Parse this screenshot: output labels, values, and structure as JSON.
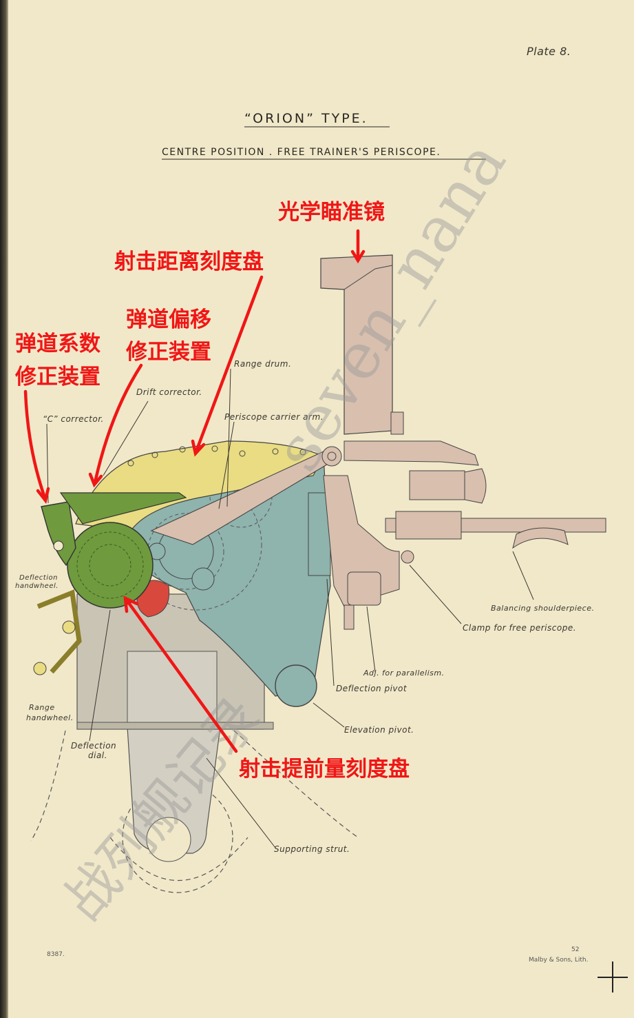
{
  "plate": "Plate 8.",
  "title": "“ORION” TYPE.",
  "subtitle": "CENTRE POSITION . FREE TRAINER'S PERISCOPE.",
  "labels": {
    "range_drum": "Range drum.",
    "drift_corrector": "Drift corrector.",
    "c_corrector": "“C” corrector.",
    "periscope_carrier_arm": "Periscope carrier arm.",
    "deflection_handwheel_1": "Deflection",
    "deflection_handwheel_2": "handwheel.",
    "range_handwheel_1": "Range",
    "range_handwheel_2": "handwheel.",
    "deflection_dial_1": "Deflection",
    "deflection_dial_2": "dial.",
    "balancing_shoulderpiece": "Balancing shoulderpiece.",
    "clamp_free_periscope": "Clamp for free periscope.",
    "adj_parallelism": "Adj. for parallelism.",
    "deflection_pivot": "Deflection pivot",
    "elevation_pivot": "Elevation pivot.",
    "supporting_strut": "Supporting strut."
  },
  "annotations": {
    "optical_sight": "光学瞄准镜",
    "range_dial": "射击距离刻度盘",
    "drift_device_1": "弹道偏移",
    "drift_device_2": "修正装置",
    "c_device_1": "弹道系数",
    "c_device_2": "修正装置",
    "lead_dial": "射击提前量刻度盘"
  },
  "watermark": {
    "latin": "seven_nana",
    "cjk": "战列舰记录"
  },
  "footer": {
    "left": "8387.",
    "right_top": "52",
    "right": "Malby & Sons, Lith."
  },
  "colors": {
    "paper": "#f1e8c9",
    "yellow_part": "#e9dc82",
    "teal_part": "#8fb3ad",
    "green_part": "#6f9a3e",
    "pink_part": "#d8bfae",
    "grey_part": "#c9c4b4",
    "red_part": "#d9483c",
    "annotation_red": "#f01616"
  }
}
